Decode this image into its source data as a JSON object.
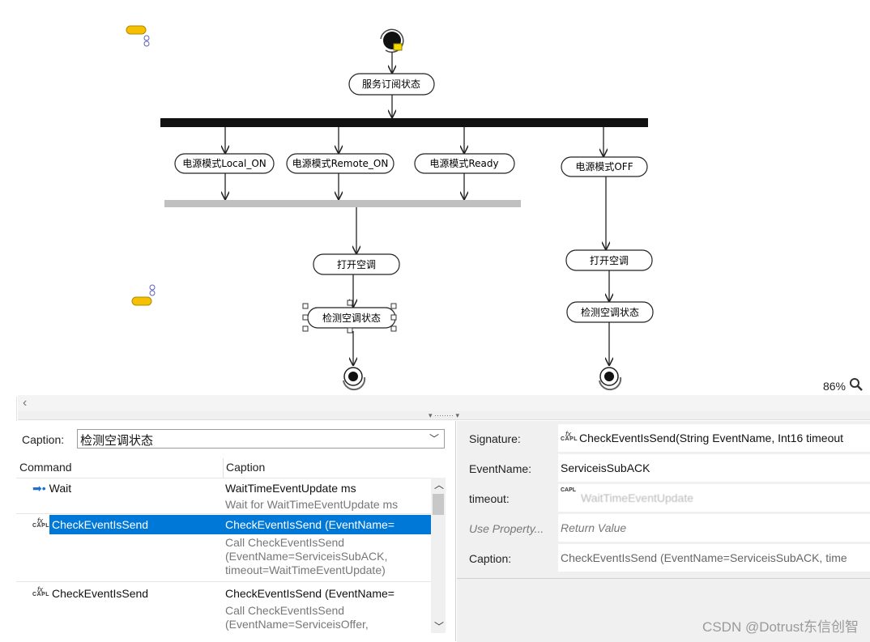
{
  "diagram": {
    "top_node": "服务订阅状态",
    "branch_nodes": [
      "电源模式Local_ON",
      "电源模式Remote_ON",
      "电源模式Ready",
      "电源模式OFF"
    ],
    "left_path": [
      "打开空调",
      "检测空调状态"
    ],
    "right_path": [
      "打开空调",
      "检测空调状态"
    ]
  },
  "zoom": {
    "level": "86%"
  },
  "caption_bar": {
    "label": "Caption:",
    "value": "检测空调状态"
  },
  "command_grid": {
    "headers": {
      "command": "Command",
      "caption": "Caption"
    },
    "rows": [
      {
        "command": "Wait",
        "icon": "arrow-icon",
        "caption": "WaitTimeEventUpdate ms",
        "detail": "Wait for WaitTimeEventUpdate ms"
      },
      {
        "command": "CheckEventIsSend",
        "icon": "capl-icon",
        "caption": "CheckEventIsSend (EventName=",
        "detail_lines": [
          "Call CheckEventIsSend",
          "(EventName=ServiceisSubACK,",
          "timeout=WaitTimeEventUpdate)"
        ],
        "selected": true
      },
      {
        "command": "CheckEventIsSend",
        "icon": "capl-icon",
        "caption": "CheckEventIsSend (EventName=",
        "detail_lines": [
          "Call CheckEventIsSend",
          "(EventName=ServiceisOffer,"
        ]
      }
    ]
  },
  "properties": [
    {
      "key": "Signature:",
      "value": "CheckEventIsSend(String EventName, Int16 timeout",
      "icon": "capl-icon"
    },
    {
      "key": "EventName:",
      "value": "ServiceisSubACK"
    },
    {
      "key": "timeout:",
      "value": "WaitTimeEventUpdate"
    },
    {
      "key": "Use Property...",
      "value": "Return Value"
    },
    {
      "key": "Caption:",
      "value": "CheckEventIsSend (EventName=ServiceisSubACK, time"
    }
  ],
  "watermark": "CSDN @Dotrust东信创智"
}
